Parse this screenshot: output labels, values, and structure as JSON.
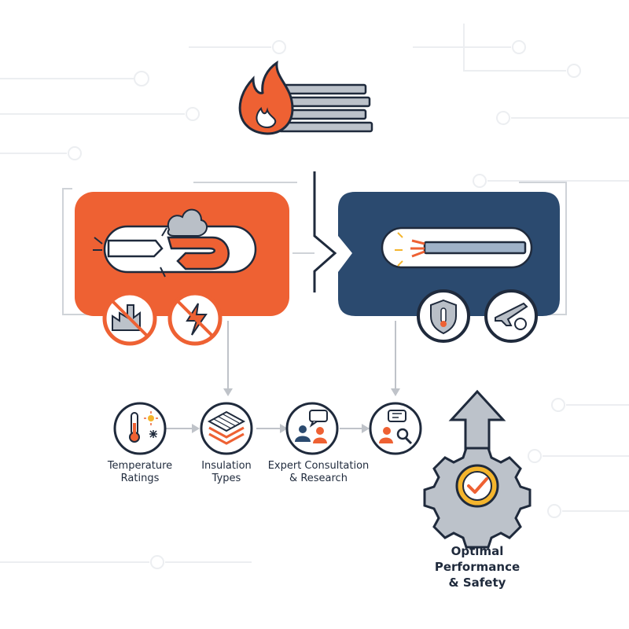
{
  "colors": {
    "accent_orange": "#ee6133",
    "navy": "#2b4a6f",
    "ink": "#1f2a3c",
    "connector_gray": "#bfc3c9",
    "check_gold": "#f4b52d"
  },
  "icons": {
    "top": "flame-over-cables-icon",
    "left_card": "melted-cable-icon",
    "right_card": "insulated-cable-icon",
    "left_badges": [
      "no-industrial-icon",
      "no-electrical-hazard-icon"
    ],
    "right_badges": [
      "temperature-shield-icon",
      "aerospace-gear-icon"
    ],
    "outcome": "gear-check-arrow-icon"
  },
  "steps": [
    {
      "icon": "thermometer-sun-snow-icon",
      "label": "Temperature\nRatings"
    },
    {
      "icon": "insulation-layers-icon",
      "label": "Insulation\nTypes"
    },
    {
      "icon": "consultation-icon",
      "label": "Expert Consultation\n& Research"
    },
    {
      "icon": "research-search-icon",
      "label": ""
    }
  ],
  "outcome": {
    "label": "Optimal\nPerformance\n& Safety"
  }
}
